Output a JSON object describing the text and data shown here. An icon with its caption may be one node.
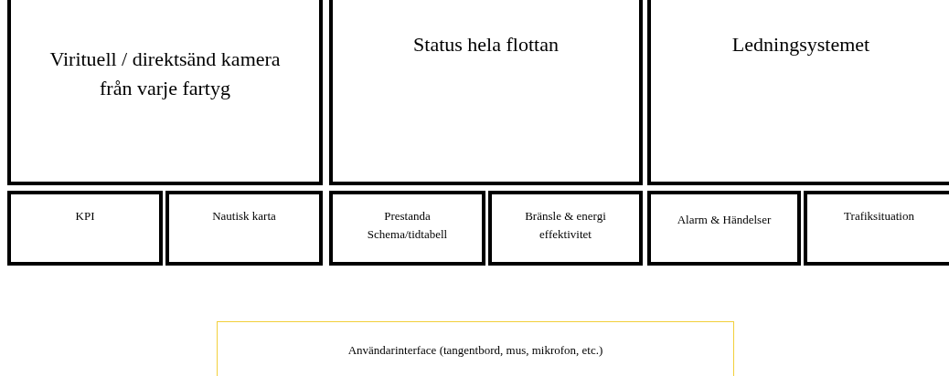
{
  "diagram": {
    "nodes": [
      {
        "text": [
          "Virituell / direktsänd kamera från varje fartyg"
        ]
      },
      {
        "text": [
          "Status hela flottan"
        ]
      },
      {
        "text": [
          "Ledningsystemet"
        ]
      },
      {
        "text": [
          "KPI"
        ]
      },
      {
        "text": [
          "Nautisk karta"
        ]
      },
      {
        "text": [
          "Prestanda Schema/tidtabell"
        ]
      },
      {
        "text": [
          "Bränsle & energi effektivitet"
        ]
      },
      {
        "text": [
          "Alarm & Händelser"
        ]
      },
      {
        "text": [
          "Trafiksituation"
        ]
      },
      {
        "text": [
          "Användarinterface (tangentbord, mus, mikrofon, etc.)"
        ]
      }
    ]
  }
}
